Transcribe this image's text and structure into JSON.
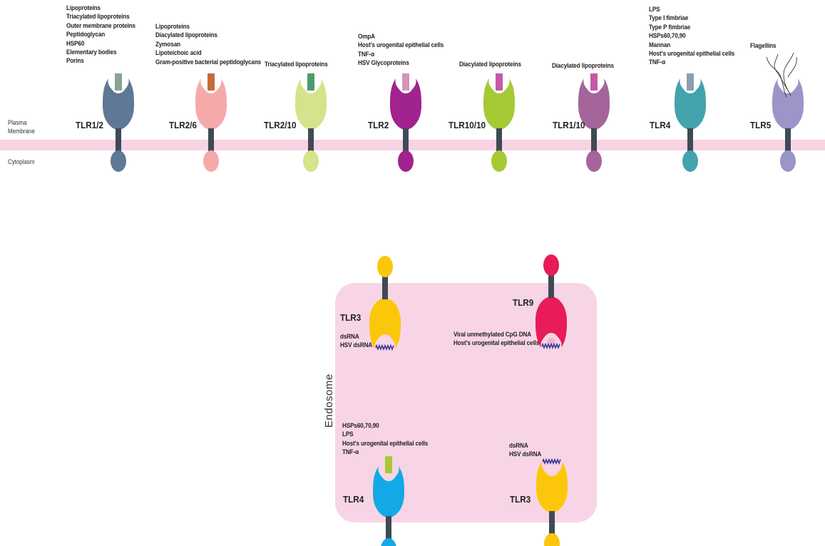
{
  "compartments": {
    "plasma_membrane": "Plasma\nMembrane",
    "plasma_line1": "Plasma",
    "plasma_line2": "Membrane",
    "cytoplasm": "Cytoplasm",
    "endosome": "Endosome"
  },
  "colors": {
    "membrane": "#f7d3e4",
    "endosome_fill": "#f8d5e6",
    "stalk": "#3f4a54"
  },
  "surface_receptors": [
    {
      "name": "TLR1/2",
      "body_color": "#5f7896",
      "ligand_bar_color": "#8ca293",
      "ligands": [
        "Lipoproteins",
        "Triacylated lipoproteins",
        "Outer membrane proteins",
        "Peptidoglycan",
        "HSP60",
        "Elementary bodies",
        "Porins"
      ]
    },
    {
      "name": "TLR2/6",
      "body_color": "#f6a9a9",
      "ligand_bar_color": "#c66a3c",
      "ligands": [
        "Lipoproteins",
        "Diacylated lipoproteins",
        "Zymosan",
        "Lipoteichoic acid",
        "Gram-positive bacterial peptidoglycans"
      ]
    },
    {
      "name": "TLR2/10",
      "body_color": "#d5e38a",
      "ligand_bar_color": "#4e9a6c",
      "ligands": [
        "Triacylated lipoproteins"
      ]
    },
    {
      "name": "TLR2",
      "body_color": "#a0238e",
      "ligand_bar_color": "#d395b7",
      "ligands": [
        "OmpA",
        "Host's urogenital epithelial cells",
        "TNF-α",
        "HSV Glycoproteins"
      ]
    },
    {
      "name": "TLR10/10",
      "body_color": "#a5ca35",
      "ligand_bar_color": "#c55aa8",
      "ligands": [
        "Diacylated lipoproteins"
      ]
    },
    {
      "name": "TLR1/10",
      "body_color": "#a5659a",
      "ligand_bar_color": "#c957a6",
      "ligands": [
        "Diacylated lipoproteins"
      ]
    },
    {
      "name": "TLR4",
      "body_color": "#43a3ad",
      "ligand_bar_color": "#8ca0ac",
      "ligands": [
        "LPS",
        "Type I fimbriae",
        "Type P fimbriae",
        "HSPs60,70,90",
        "Mannan",
        "Host's urogenital epithelial cells",
        "TNF-α"
      ]
    },
    {
      "name": "TLR5",
      "body_color": "#9b95c8",
      "ligand_bar_color": null,
      "ligand_icon": "flagellin-filaments-icon",
      "ligands": [
        "Flagellins"
      ]
    }
  ],
  "endosomal_receptors": [
    {
      "name": "TLR3",
      "position": "top-left",
      "orientation": "pocket-down",
      "body_color": "#fcc70a",
      "ligand_icon": "dsrna-helix-icon",
      "ligands": [
        "dsRNA",
        "HSV dsRNA"
      ]
    },
    {
      "name": "TLR9",
      "position": "top-right",
      "orientation": "pocket-down",
      "body_color": "#e81c58",
      "ligand_icon": "cpg-dna-helix-icon",
      "ligands": [
        "Viral unmethylated CpG DNA",
        "Host's urogenital epithelial cells"
      ]
    },
    {
      "name": "TLR4",
      "position": "bottom-left",
      "orientation": "pocket-up",
      "body_color": "#13a9e6",
      "ligand_bar_color": "#a5ca35",
      "ligands": [
        "HSPs60,70,90",
        "LPS",
        "Host's urogenital epithelial cells",
        "TNF-α"
      ]
    },
    {
      "name": "TLR3",
      "position": "bottom-right",
      "orientation": "pocket-up",
      "body_color": "#fcc70a",
      "ligand_icon": "dsrna-helix-icon",
      "ligands": [
        "dsRNA",
        "HSV dsRNA"
      ]
    }
  ]
}
